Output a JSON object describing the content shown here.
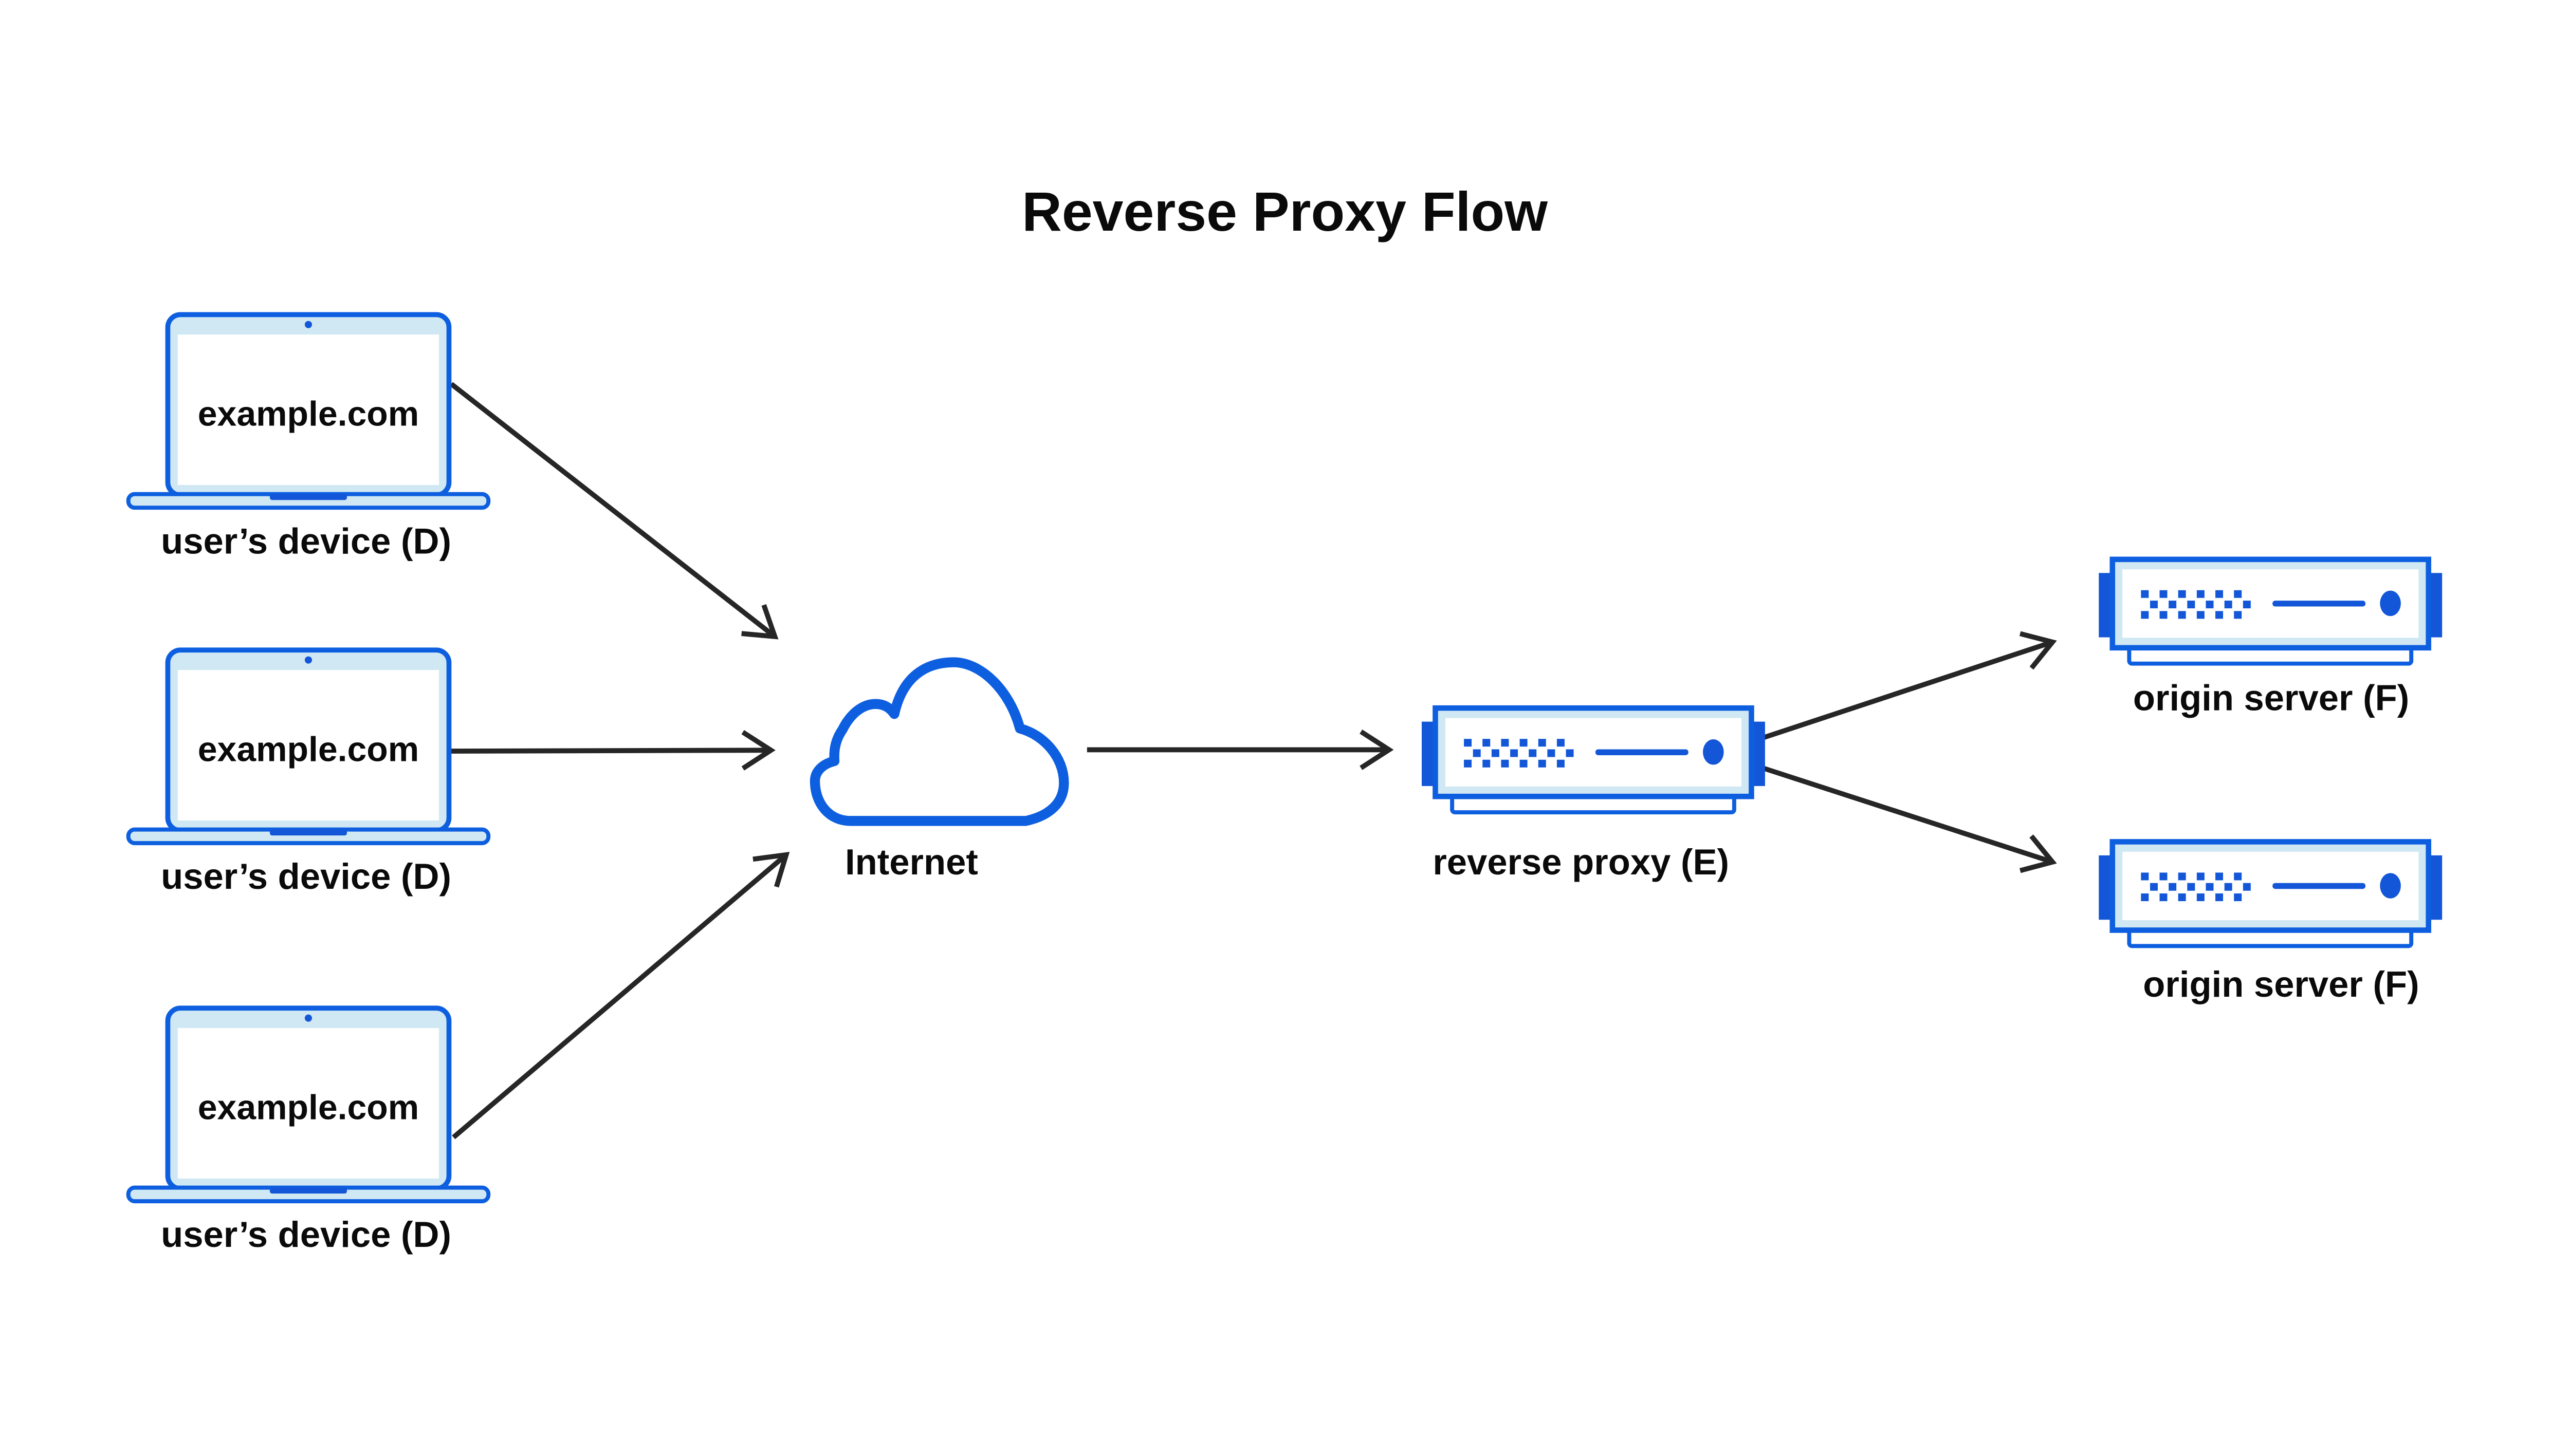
{
  "title": "Reverse Proxy Flow",
  "devices": [
    {
      "screen_text": "example.com",
      "label": "user’s device (D)"
    },
    {
      "screen_text": "example.com",
      "label": "user’s device (D)"
    },
    {
      "screen_text": "example.com",
      "label": "user’s device (D)"
    }
  ],
  "internet": {
    "label": "Internet",
    "icon": "cloud-icon"
  },
  "reverse_proxy": {
    "label": "reverse proxy (E)",
    "icon": "server-icon"
  },
  "origin_servers": [
    {
      "label": "origin server (F)",
      "icon": "server-icon"
    },
    {
      "label": "origin server (F)",
      "icon": "server-icon"
    }
  ],
  "icons": {
    "device": "laptop-icon",
    "network": "cloud-icon",
    "server": "server-icon",
    "connector": "arrow-icon"
  },
  "colors": {
    "stroke_blue": "#0e5fe0",
    "accent_blue": "#1356d8",
    "fill_light_blue": "#cfe8f3",
    "arrow_dark": "#262626",
    "text_dark": "#0a0a0a",
    "bg_white": "#ffffff"
  }
}
